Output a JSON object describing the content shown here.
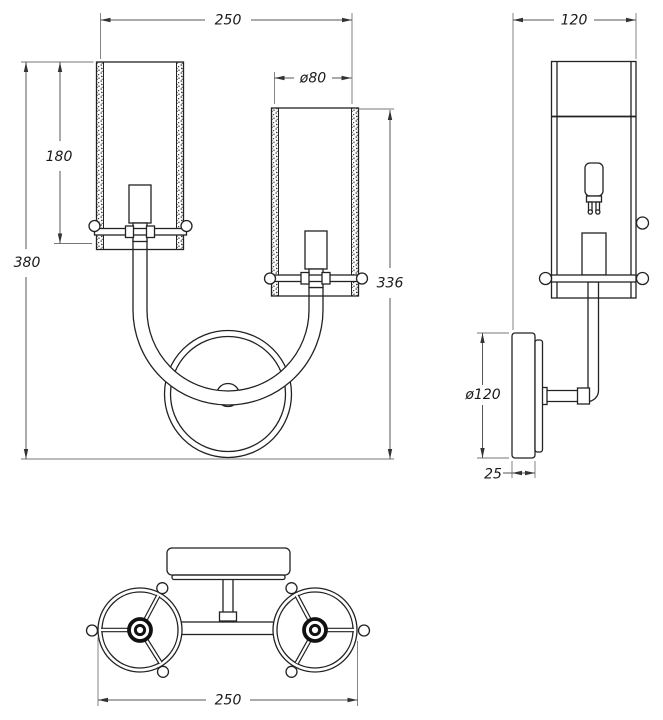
{
  "drawing": {
    "type": "technical-dimension-drawing",
    "subject": "two-arm wall sconce with cylindrical glass shades",
    "background": "#ffffff",
    "line_color": "#222222",
    "views": {
      "front": {
        "label": "front-view",
        "dims": {
          "width": "250",
          "glass_diameter": "ø80",
          "glass_height": "180",
          "total_height": "380",
          "body_height": "336"
        }
      },
      "side": {
        "label": "side-view",
        "dims": {
          "depth": "120",
          "backplate_diameter": "ø120",
          "backplate_depth": "25"
        }
      },
      "top": {
        "label": "top-view",
        "dims": {
          "width": "250"
        }
      }
    }
  }
}
